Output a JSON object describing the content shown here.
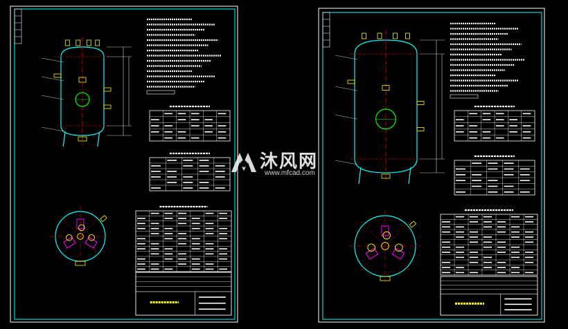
{
  "watermark": {
    "brand_cn": "沐风网",
    "brand_en": "www.mfcad.com"
  },
  "colors": {
    "background": "#000000",
    "frame": "#ffffff",
    "border": "#00ffff",
    "vessel": "#00ffff",
    "nozzle": "#ffff00",
    "manhole": "#00ff00",
    "centerline": "#ff0000",
    "baffle": "#ff00ff",
    "dimension": "#ffffff"
  },
  "sheets": [
    {
      "id": "left",
      "drawing": "vertical-pressure-vessel",
      "tables": [
        "technical-requirements",
        "design-data-table",
        "nozzle-table",
        "parts-list",
        "title-block"
      ]
    },
    {
      "id": "right",
      "drawing": "vertical-pressure-vessel",
      "tables": [
        "technical-requirements",
        "design-data-table",
        "nozzle-table",
        "parts-list",
        "title-block"
      ]
    }
  ]
}
